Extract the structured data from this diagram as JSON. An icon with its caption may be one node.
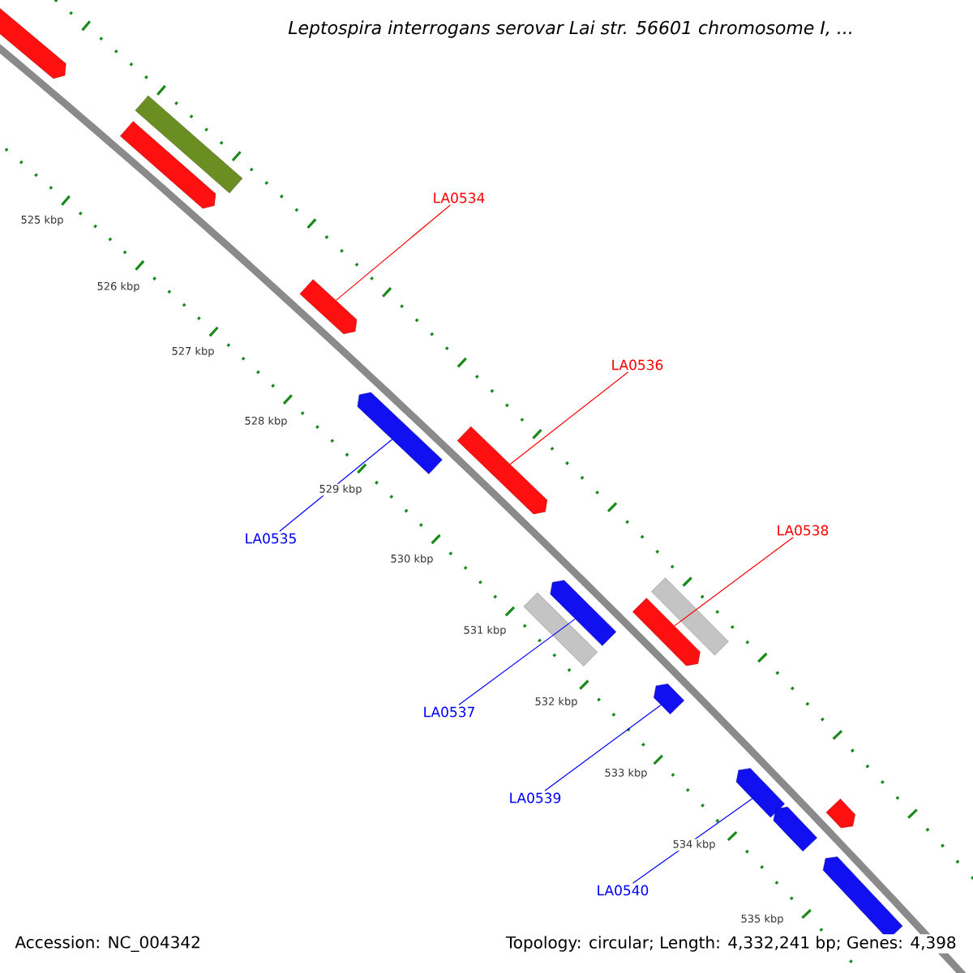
{
  "diagram": {
    "title": "Leptospira interrogans serovar Lai str. 56601 chromosome I, ...",
    "nodes": [
      {
        "text": [],
        "shape": "bar"
      },
      {
        "text": [],
        "shape": "bar"
      },
      {
        "text": [],
        "shape": "bar"
      },
      {
        "text": [
          "LA0534"
        ]
      },
      {
        "text": [],
        "shape": "bar"
      },
      {
        "text": [
          "LA0536"
        ]
      },
      {
        "text": [],
        "shape": "bar"
      },
      {
        "text": [],
        "shape": "bar"
      },
      {
        "text": [
          "LA0538"
        ]
      },
      {
        "text": [
          "LA0535"
        ]
      },
      {
        "text": [],
        "shape": "bar"
      },
      {
        "text": [],
        "shape": "bar"
      },
      {
        "text": [],
        "shape": "bar"
      },
      {
        "text": [],
        "shape": "bar"
      },
      {
        "text": [
          "LA0537"
        ]
      },
      {
        "text": [],
        "shape": "bar"
      },
      {
        "text": [
          "LA0539"
        ]
      },
      {
        "text": [],
        "shape": "bar"
      },
      {
        "text": [],
        "shape": "bar"
      },
      {
        "text": [],
        "shape": "bar"
      },
      {
        "text": [
          "LA0540"
        ]
      },
      {
        "text": [],
        "shape": "bar"
      }
    ],
    "edges": [
      {
        "from": 3,
        "to": 4,
        "arrow": "none",
        "color": "#ff0000"
      },
      {
        "from": 5,
        "to": 7,
        "arrow": "none",
        "color": "#ff0000"
      },
      {
        "from": 8,
        "to": 12,
        "arrow": "none",
        "color": "#ff0000"
      },
      {
        "from": 9,
        "to": 6,
        "arrow": "none",
        "color": "#0000ff"
      },
      {
        "from": 14,
        "to": 10,
        "arrow": "none",
        "color": "#0000ff"
      },
      {
        "from": 16,
        "to": 15,
        "arrow": "none",
        "color": "#0000ff"
      },
      {
        "from": 20,
        "to": 17,
        "arrow": "none",
        "color": "#0000ff"
      }
    ],
    "labels": [
      "525 kbp",
      "526 kbp",
      "527 kbp",
      "528 kbp",
      "529 kbp",
      "530 kbp",
      "531 kbp",
      "532 kbp",
      "533 kbp",
      "534 kbp",
      "535 kbp",
      "Accession: NC_004342",
      "Topology: circular; Length: 4,332,241 bp; Genes: 4,398"
    ]
  }
}
